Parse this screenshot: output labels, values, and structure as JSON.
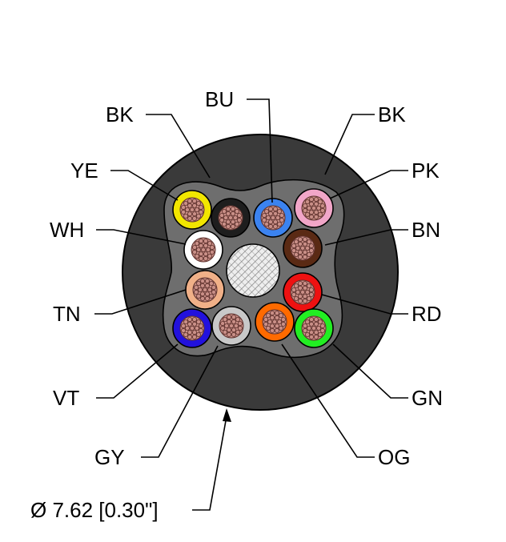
{
  "colors": {
    "jacket": "#3a3a3a",
    "jacket_inner": "#6e6e6e",
    "filler": "#8c8c8c",
    "copper": "#c98f87",
    "copper_stroke": "#5a2e2a",
    "shield": "#d8d8d8"
  },
  "cores": [
    {
      "code": "YE",
      "color": "#f2e600"
    },
    {
      "code": "BK",
      "color": "#1e1e1e"
    },
    {
      "code": "BU",
      "color": "#3b83f0"
    },
    {
      "code": "PK",
      "color": "#f1a6c8"
    },
    {
      "code": "WH",
      "color": "#ffffff"
    },
    {
      "code": "BN",
      "color": "#5a2a14"
    },
    {
      "code": "TN",
      "color": "#f0b088"
    },
    {
      "code": "RD",
      "color": "#ee1111"
    },
    {
      "code": "VT",
      "color": "#2211dd"
    },
    {
      "code": "GY",
      "color": "#c8c8c8"
    },
    {
      "code": "OG",
      "color": "#ff6a00"
    },
    {
      "code": "GN",
      "color": "#22ee22"
    }
  ],
  "labels": {
    "bk_left": "BK",
    "bu": "BU",
    "bk_right": "BK",
    "ye": "YE",
    "pk": "PK",
    "wh": "WH",
    "bn": "BN",
    "tn": "TN",
    "rd": "RD",
    "vt": "VT",
    "gn": "GN",
    "gy": "GY",
    "og": "OG",
    "diameter": "Ø 7.62 [0.30\"]"
  }
}
